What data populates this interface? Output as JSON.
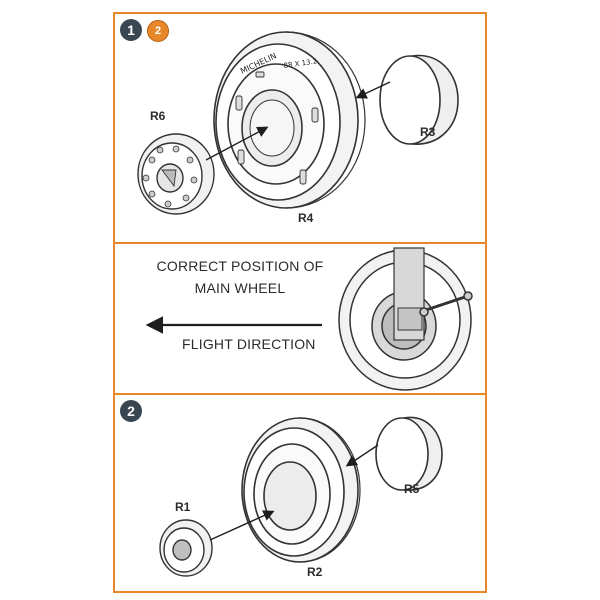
{
  "steps": [
    {
      "number": "1",
      "option_badge": "2"
    },
    {
      "number": "2"
    }
  ],
  "parts": {
    "r6": "R6",
    "r3": "R3",
    "r4": "R4",
    "r1": "R1",
    "r5": "R5",
    "r2": "R2"
  },
  "tire_marking": {
    "brand": "MICHELIN",
    "size": "88 X 13.2"
  },
  "notes": {
    "line1": "CORRECT POSITION OF",
    "line2": "MAIN WHEEL",
    "direction": "FLIGHT DIRECTION"
  },
  "colors": {
    "accent": "#e8862a",
    "badge": "#3a4650",
    "ink": "#2b2b2b"
  },
  "icons": [
    "direction-arrow-icon",
    "assembly-arrow-icon"
  ]
}
